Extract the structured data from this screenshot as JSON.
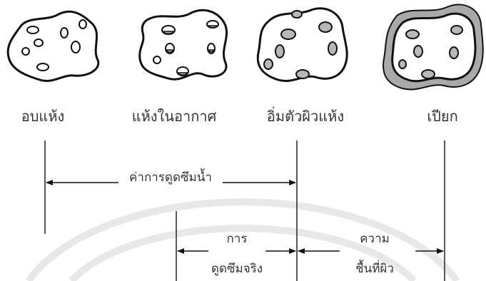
{
  "states": [
    {
      "label": "อบแห้ง"
    },
    {
      "label": "แห้งในอากาศ"
    },
    {
      "label": "อิ่มตัวผิวแห้ง"
    },
    {
      "label": "เปียก"
    }
  ],
  "annotations": {
    "total_absorption": "ค่าการดูดซึมน้ำ",
    "effective_absorption_line1": "การ",
    "effective_absorption_line2": "ดูดซึมจริง",
    "surface_moisture_line1": "ความ",
    "surface_moisture_line2": "ชื้นที่ผิว"
  },
  "colors": {
    "outline": "#111111",
    "pore_fill": "#b8b8b8",
    "wet_film": "#a9a9a9",
    "watermark": "#e6e6e6"
  }
}
